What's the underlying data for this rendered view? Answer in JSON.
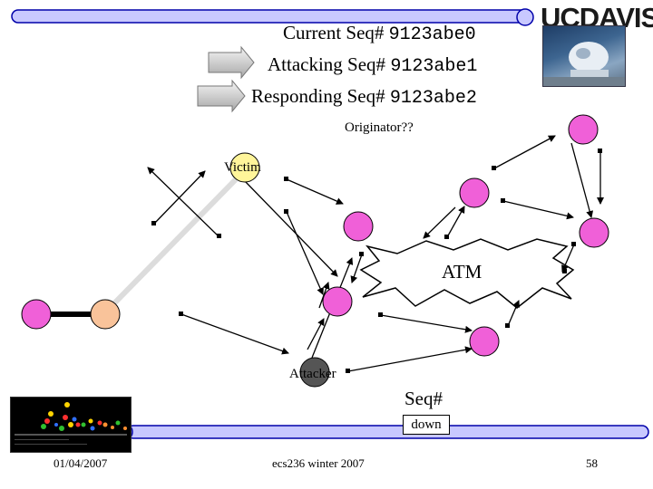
{
  "header": {
    "current_label": "Current Seq#",
    "current_value": "9123abe0",
    "attacking_label": "Attacking Seq#",
    "attacking_value": "9123abe1",
    "responding_label": "Responding Seq#",
    "responding_value": "9123abe2",
    "logo_uc": "UC",
    "logo_davis": "DAVIS"
  },
  "diagram": {
    "originator_label": "Originator??",
    "victim_label": "Victim",
    "atm_label": "ATM",
    "attacker_label": "Attacker",
    "seq_label": "Seq#",
    "down_label": "down"
  },
  "footer": {
    "date": "01/04/2007",
    "course": "ecs236 winter 2007",
    "page": "58"
  },
  "colors": {
    "node_pink": "#f060d8",
    "node_victim": "#fff59a",
    "node_peach": "#f9c39a",
    "node_attacker": "#555555",
    "bar_blue": "#c8c8ff",
    "bar_border": "#0000aa"
  }
}
